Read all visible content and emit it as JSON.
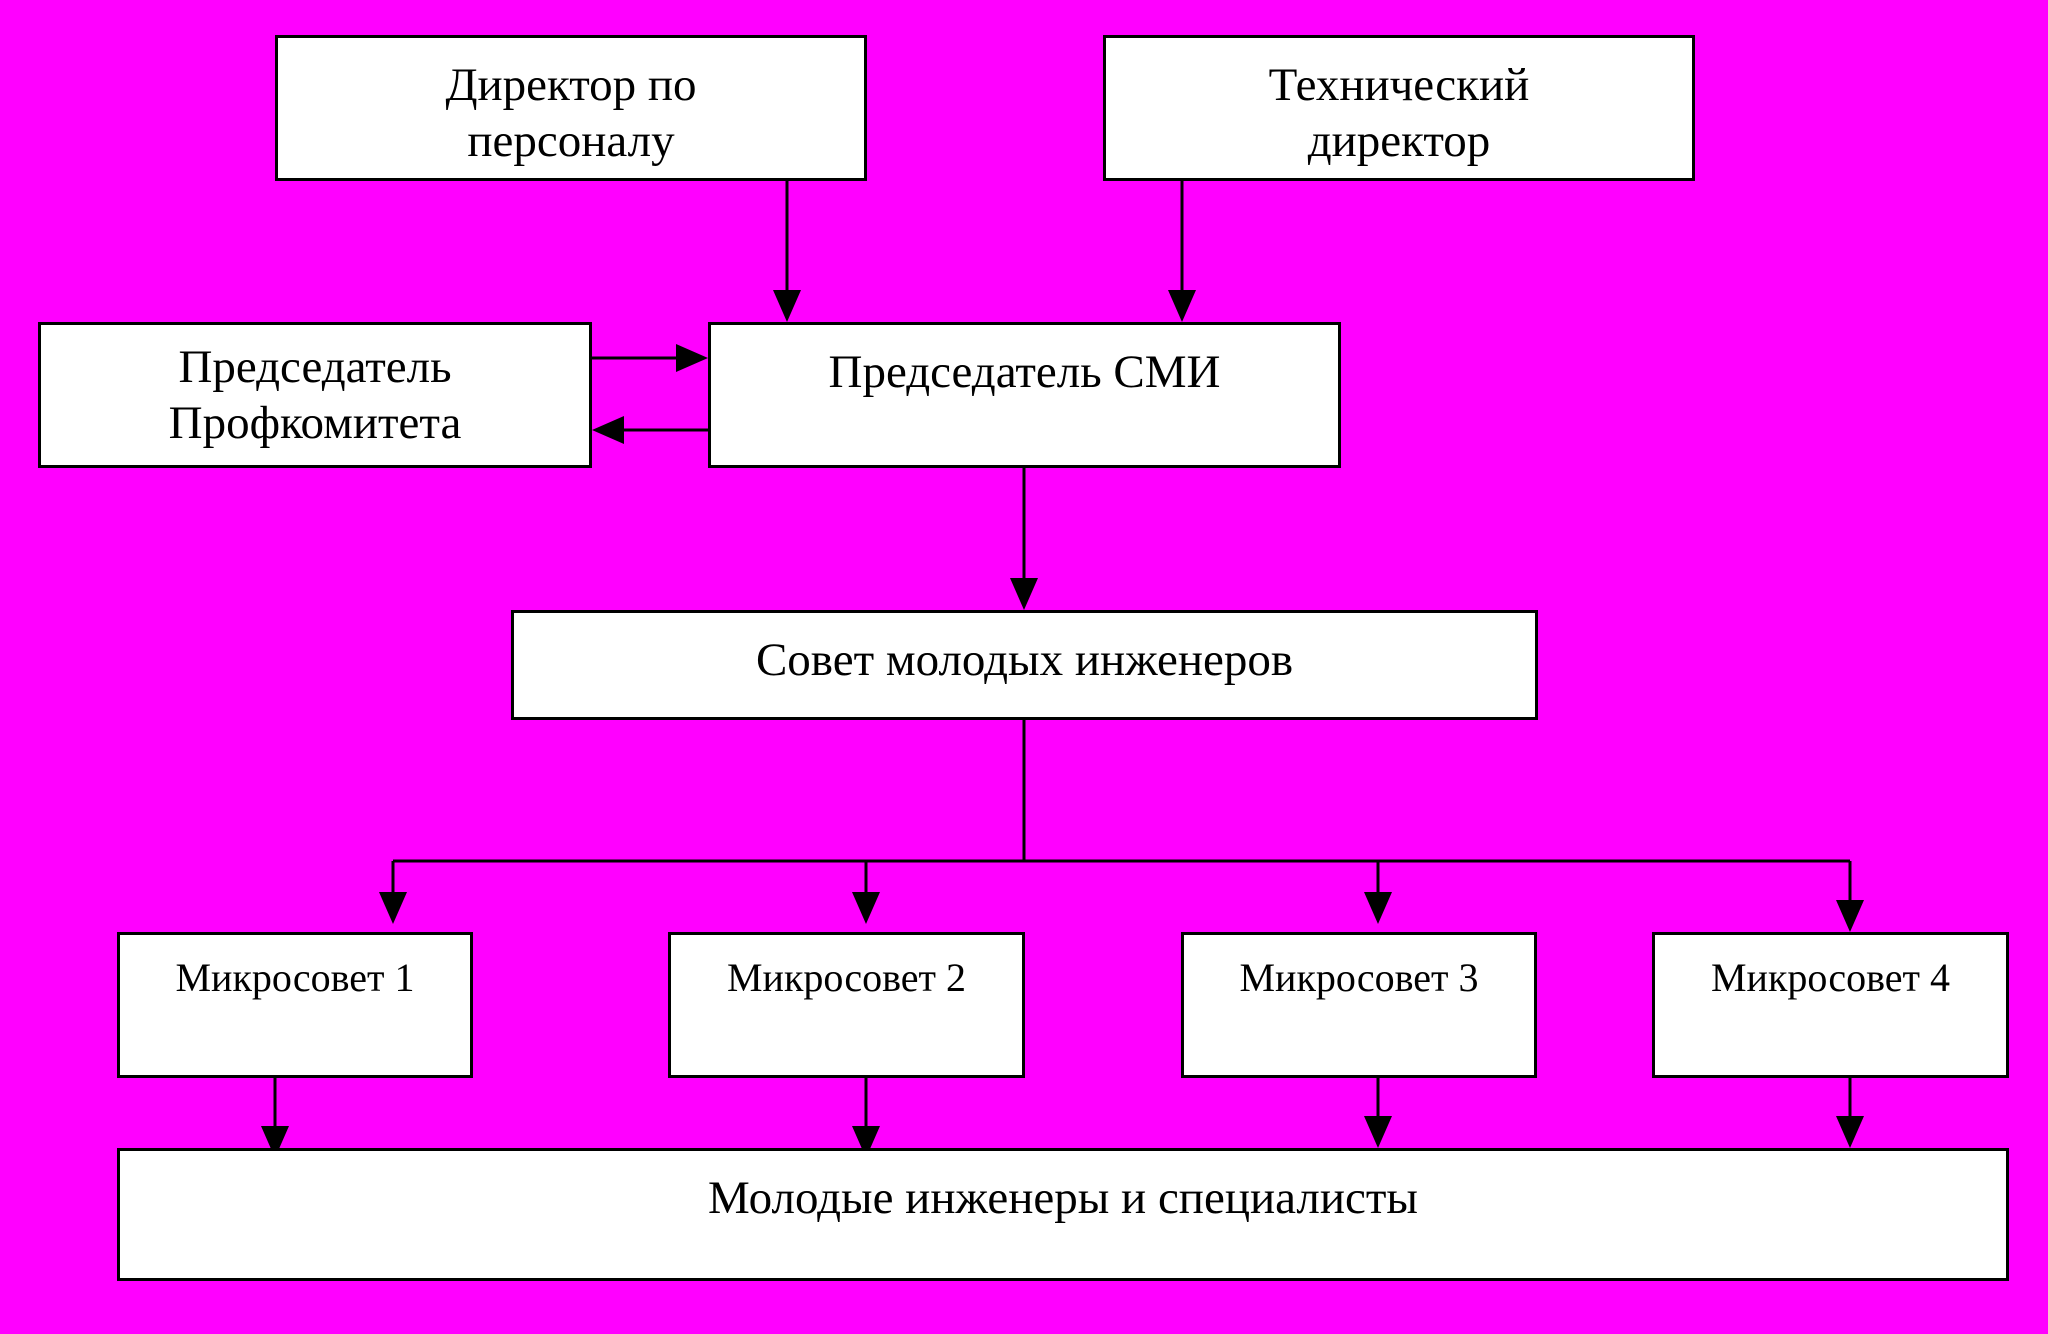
{
  "background_color": "#ff00ff",
  "line_color": "#000000",
  "box_fill": "#ffffff",
  "nodes": {
    "director_personnel": {
      "lines": [
        "Директор по",
        "персоналу"
      ]
    },
    "technical_director": {
      "lines": [
        "Технический",
        "директор"
      ]
    },
    "trade_union_chairman": {
      "lines": [
        "Председатель",
        "Профкомитета"
      ]
    },
    "smi_chairman": {
      "lines": [
        "Председатель СМИ"
      ]
    },
    "council": {
      "lines": [
        "Совет молодых инженеров"
      ]
    },
    "micro_1": {
      "lines": [
        "Микросовет 1"
      ]
    },
    "micro_2": {
      "lines": [
        "Микросовет 2"
      ]
    },
    "micro_3": {
      "lines": [
        "Микросовет 3"
      ]
    },
    "micro_4": {
      "lines": [
        "Микросовет 4"
      ]
    },
    "young_engineers": {
      "lines": [
        "Молодые инженеры и специалисты"
      ]
    }
  },
  "edges": [
    {
      "from": "director_personnel",
      "to": "smi_chairman"
    },
    {
      "from": "technical_director",
      "to": "smi_chairman"
    },
    {
      "from": "trade_union_chairman",
      "to": "smi_chairman"
    },
    {
      "from": "smi_chairman",
      "to": "trade_union_chairman"
    },
    {
      "from": "smi_chairman",
      "to": "council"
    },
    {
      "from": "council",
      "to": "micro_1"
    },
    {
      "from": "council",
      "to": "micro_2"
    },
    {
      "from": "council",
      "to": "micro_3"
    },
    {
      "from": "council",
      "to": "micro_4"
    },
    {
      "from": "micro_1",
      "to": "young_engineers"
    },
    {
      "from": "micro_2",
      "to": "young_engineers"
    },
    {
      "from": "micro_3",
      "to": "young_engineers"
    },
    {
      "from": "micro_4",
      "to": "young_engineers"
    }
  ]
}
